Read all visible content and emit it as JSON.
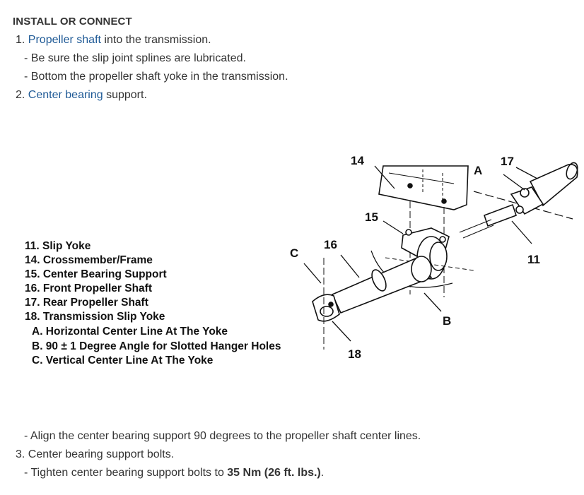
{
  "heading": "INSTALL OR CONNECT",
  "steps": {
    "step1": {
      "num": "1.",
      "link": "Propeller shaft",
      "rest": " into the transmission."
    },
    "step1_sub1": "Be sure the slip joint splines are lubricated.",
    "step1_sub2": "Bottom the propeller shaft yoke in the transmission.",
    "step2": {
      "num": "2.",
      "link": "Center bearing",
      "rest": " support."
    },
    "step2_sub1": "Align the center bearing support 90 degrees to the propeller shaft center lines.",
    "step3": {
      "num": "3.",
      "text": "Center bearing support bolts."
    },
    "step3_sub1": {
      "pre": "Tighten center bearing support bolts to ",
      "bold": "35 Nm (26 ft. lbs.)",
      "post": "."
    }
  },
  "dash": "-",
  "legend": [
    "11.  Slip Yoke",
    "14.  Crossmember/Frame",
    "15.  Center Bearing Support",
    "16.  Front Propeller Shaft",
    "17.  Rear Propeller Shaft",
    "18.  Transmission Slip Yoke",
    "A.  Horizontal Center Line At The Yoke",
    "B.  90 ± 1 Degree Angle for Slotted Hanger Holes",
    "C.  Vertical Center Line At The Yoke"
  ],
  "callouts": {
    "c14": "14",
    "c17": "17",
    "cA": "A",
    "c15": "15",
    "c16": "16",
    "cC": "C",
    "c11": "11",
    "cB": "B",
    "c18": "18"
  },
  "colors": {
    "text": "#333333",
    "link": "#1f5a96"
  }
}
